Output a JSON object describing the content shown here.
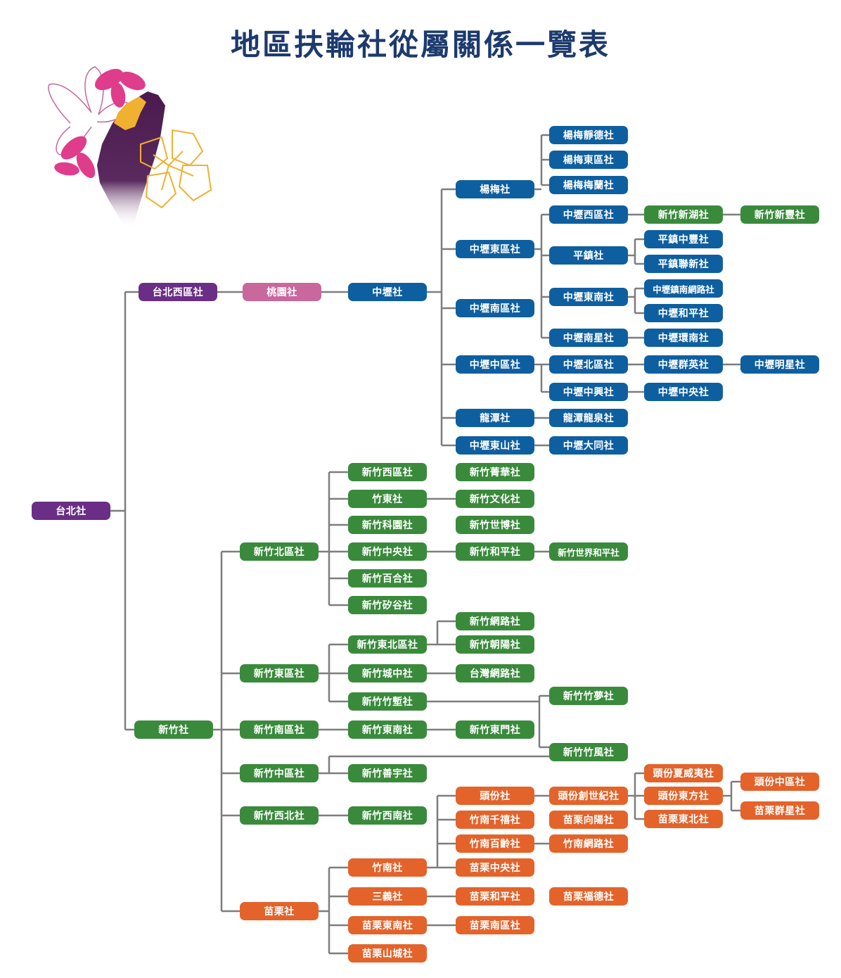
{
  "title": "地區扶輪社從屬關係一覽表",
  "colors": {
    "purple": "#6a2e86",
    "pink": "#c8689c",
    "blue": "#0e5fa0",
    "green": "#3a8a3c",
    "orange": "#e3632a",
    "line": "#7d7d7d",
    "title": "#1d3a6e"
  },
  "nodes": {
    "taipei": "台北社",
    "taipei_west": "台北西區社",
    "taoyuan": "桃園社",
    "zhongli": "中壢社",
    "yangmei": "楊梅社",
    "yangmei_jingde": "楊梅靜德社",
    "yangmei_east": "楊梅東區社",
    "yangmei_meilan": "楊梅梅蘭社",
    "zhongli_east": "中壢東區社",
    "zhongli_west": "中壢西區社",
    "hsinchu_xinhu": "新竹新湖社",
    "hsinchu_xinfeng": "新竹新豐社",
    "pingzhen": "平鎮社",
    "pingzhen_zhongfeng": "平鎮中豐社",
    "pingzhen_lianxin": "平鎮聯新社",
    "zhongli_south": "中壢南區社",
    "zhongli_eastsouth": "中壢東南社",
    "zhongli_town_net": "中壢鎮南網路社",
    "zhongli_peace": "中壢和平社",
    "zhongli_nanxing": "中壢南星社",
    "zhongli_huannan": "中壢環南社",
    "zhongli_central": "中壢中區社",
    "zhongli_north": "中壢北區社",
    "zhongli_qunying": "中壢群英社",
    "zhongli_mingxing": "中壢明星社",
    "zhongli_zhongxing": "中壢中興社",
    "zhongli_zhongyang": "中壢中央社",
    "longtan": "龍潭社",
    "longtan_longquan": "龍潭龍泉社",
    "zhongli_dongshan": "中壢東山社",
    "zhongli_datong": "中壢大同社",
    "hsinchu": "新竹社",
    "hc_north": "新竹北區社",
    "hc_west": "新竹西區社",
    "hc_jinghua": "新竹菁華社",
    "zhudong": "竹東社",
    "hc_wenhua": "新竹文化社",
    "hc_science": "新竹科園社",
    "hc_shibo": "新竹世博社",
    "hc_central": "新竹中央社",
    "hc_peace": "新竹和平社",
    "hc_world_peace": "新竹世界和平社",
    "hc_baihe": "新竹百合社",
    "hc_guigu": "新竹矽谷社",
    "hc_east": "新竹東區社",
    "hc_eastnorth": "新竹東北區社",
    "hc_net": "新竹網路社",
    "hc_chaoyang": "新竹朝陽社",
    "hc_chengzhong": "新竹城中社",
    "tw_net": "台灣網路社",
    "hc_zhuqian": "新竹竹塹社",
    "hc_zhumeng": "新竹竹夢社",
    "hc_zhufeng": "新竹竹風社",
    "hc_south": "新竹南區社",
    "hc_eastsouth": "新竹東南社",
    "hc_dongmen": "新竹東門社",
    "hc_centralarea": "新竹中區社",
    "hc_shanyu": "新竹善宇社",
    "hc_westnorth": "新竹西北社",
    "hc_westsouth": "新竹西南社",
    "miaoli": "苗栗社",
    "zhunan": "竹南社",
    "toufen": "頭份社",
    "toufen_century": "頭份創世紀社",
    "toufen_hawaii": "頭份夏威夷社",
    "toufen_dongfang": "頭份東方社",
    "ml_dongbei": "苗栗東北社",
    "toufen_zhongqu": "頭份中區社",
    "ml_qunxing": "苗栗群星社",
    "zhunan_qianxi": "竹南千禧社",
    "ml_xiangyang": "苗栗向陽社",
    "zhunan_bailing": "竹南百齡社",
    "zhunan_net": "竹南網路社",
    "ml_zhongyang": "苗栗中央社",
    "sanyi": "三義社",
    "ml_peace": "苗栗和平社",
    "ml_fude": "苗栗福德社",
    "ml_dongnan": "苗栗東南社",
    "ml_nanqu": "苗栗南區社",
    "ml_shancheng": "苗栗山城社"
  }
}
